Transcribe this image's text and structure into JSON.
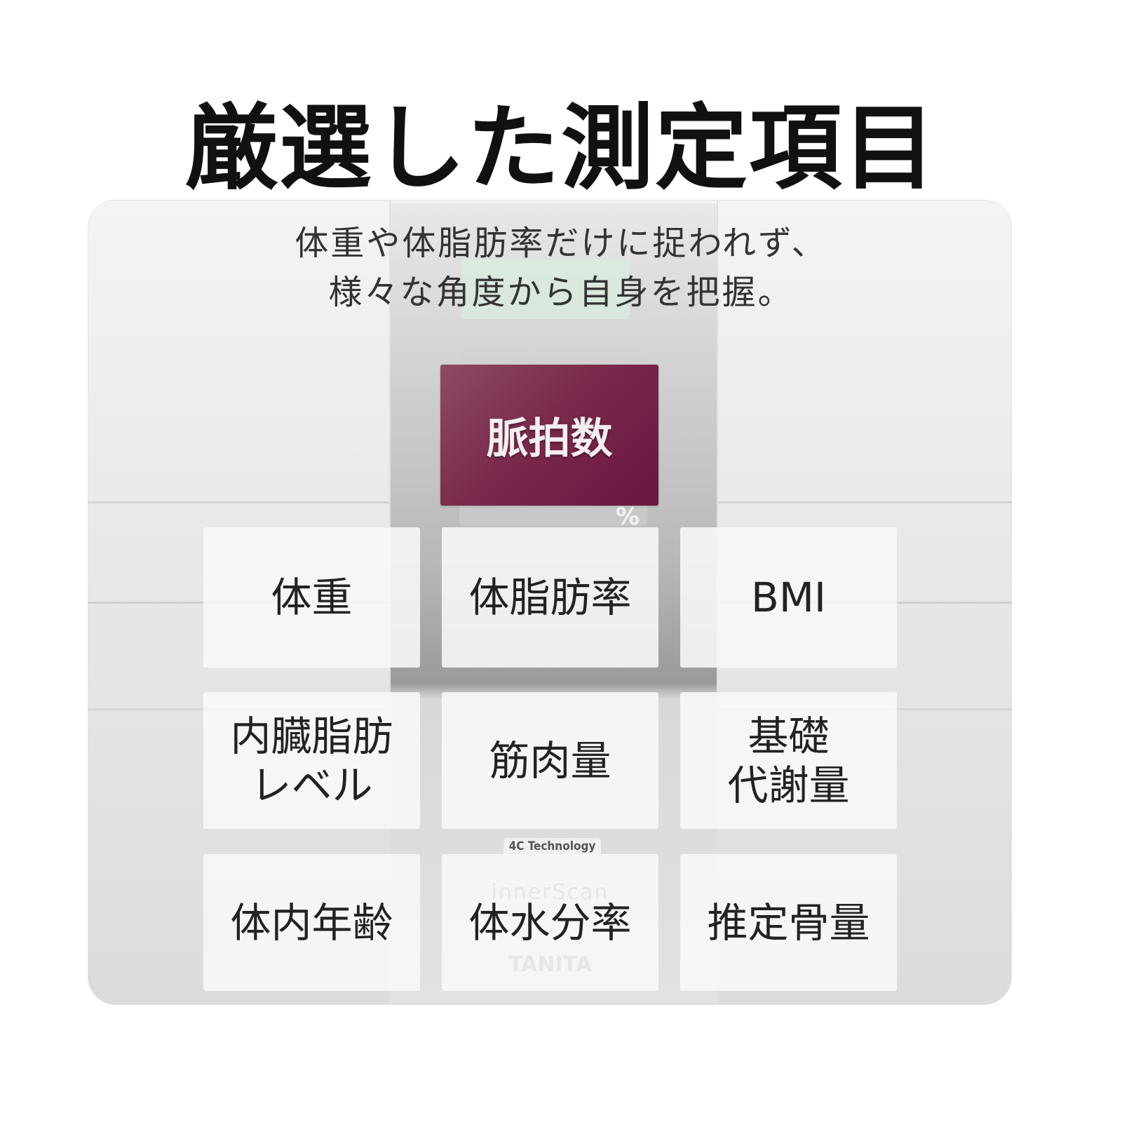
{
  "title": "厳選した測定項目",
  "subtitle": {
    "line1": "体重や体脂肪率だけに捉われず、",
    "line2": "様々な角度から自身を把握。"
  },
  "highlight": {
    "label": "脈拍数",
    "color": "#7a2a4c"
  },
  "display": {
    "unit": "%"
  },
  "items": [
    {
      "label": "体重"
    },
    {
      "label": "体脂肪率"
    },
    {
      "label": "BMI"
    },
    {
      "label": "内臓脂肪\nレベル"
    },
    {
      "label": "筋肉量"
    },
    {
      "label": "基礎\n代謝量"
    },
    {
      "label": "体内年齢"
    },
    {
      "label": "体水分率"
    },
    {
      "label": "推定骨量"
    }
  ],
  "product": {
    "badge": "4C Technology",
    "model": "innerScan",
    "brand": "TANITA"
  }
}
